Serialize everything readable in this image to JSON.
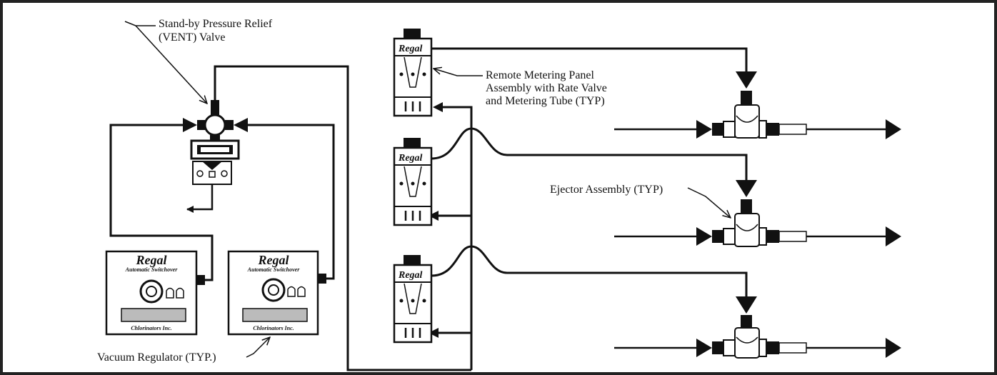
{
  "labels": {
    "vent_line1": "Stand-by Pressure Relief",
    "vent_line2": "(VENT) Valve",
    "rmp_line1": "Remote Metering Panel",
    "rmp_line2": "Assembly with Rate Valve",
    "rmp_line3": "and Metering Tube (TYP)",
    "ejector": "Ejector Assembly (TYP)",
    "vacuum_regulator": "Vacuum Regulator (TYP.)"
  },
  "regulator": {
    "brand": "Regal",
    "subtitle": "Automatic Switchover",
    "maker": "Chlorinators Inc."
  },
  "meter_panel": {
    "brand": "Regal"
  },
  "colors": {
    "line": "#111111",
    "frame": "#222222",
    "background": "#ffffff"
  }
}
